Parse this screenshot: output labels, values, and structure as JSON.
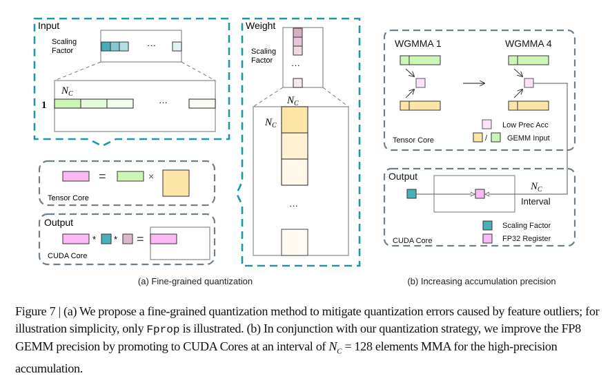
{
  "figure": {
    "panel_a": {
      "input_box": {
        "title": "Input",
        "scaling_factor_label_line1": "Scaling",
        "scaling_factor_label_line2": "Factor",
        "ellipsis": "···",
        "row_label": "1",
        "nc_label": "N",
        "nc_sub": "C"
      },
      "weight_box": {
        "title": "Weight",
        "scaling_factor_label_line1": "Scaling",
        "scaling_factor_label_line2": "Factor",
        "ellipsis": "···",
        "nc_label_top": "N",
        "nc_label_side": "N",
        "nc_sub": "C"
      },
      "tensor_core_box": {
        "label": "Tensor Core",
        "equals": "=",
        "times": "×"
      },
      "output_box": {
        "title": "Output",
        "label": "CUDA Core",
        "op1": "*",
        "op2": "*",
        "equals": "="
      },
      "caption": "(a) Fine-grained quantization"
    },
    "panel_b": {
      "tensor_core_box": {
        "wgmma_1": "WGMMA 1",
        "wgmma_4": "WGMMA 4",
        "label": "Tensor Core",
        "legend": [
          {
            "swatch": "pink",
            "label": "Low Prec Acc"
          },
          {
            "swatch": "orange/green",
            "separator": "/",
            "label": "GEMM Input"
          }
        ]
      },
      "output_box": {
        "title": "Output",
        "label": "CUDA Core",
        "nc_label": "N",
        "nc_sub": "C",
        "interval_label": "Interval",
        "legend": [
          {
            "swatch": "teal",
            "label": "Scaling Factor"
          },
          {
            "swatch": "pink",
            "label": "FP32 Register"
          }
        ]
      },
      "caption": "(b) Increasing accumulation precision"
    },
    "colors": {
      "teal_dash": "#1a9aa0",
      "gray_dash": "#6d7f8a",
      "green": "#ccf5b8",
      "orange": "#fde5a8",
      "pink": "#fbb9f6",
      "teal": "#4aaeb9",
      "mauve": "#dcb8cc"
    }
  },
  "caption": {
    "prefix": "Figure 7 | (a) We propose a fine-grained quantization method to mitigate quantization errors caused by feature outliers; for illustration simplicity, only ",
    "code": "Fprop",
    "middle": " is illustrated. (b) In conjunction with our quantization strategy, we improve the FP8 GEMM precision by promoting to CUDA Cores at an interval of ",
    "nc": "N",
    "nc_sub": "C",
    "suffix": " = 128 elements MMA for the high-precision accumulation."
  }
}
